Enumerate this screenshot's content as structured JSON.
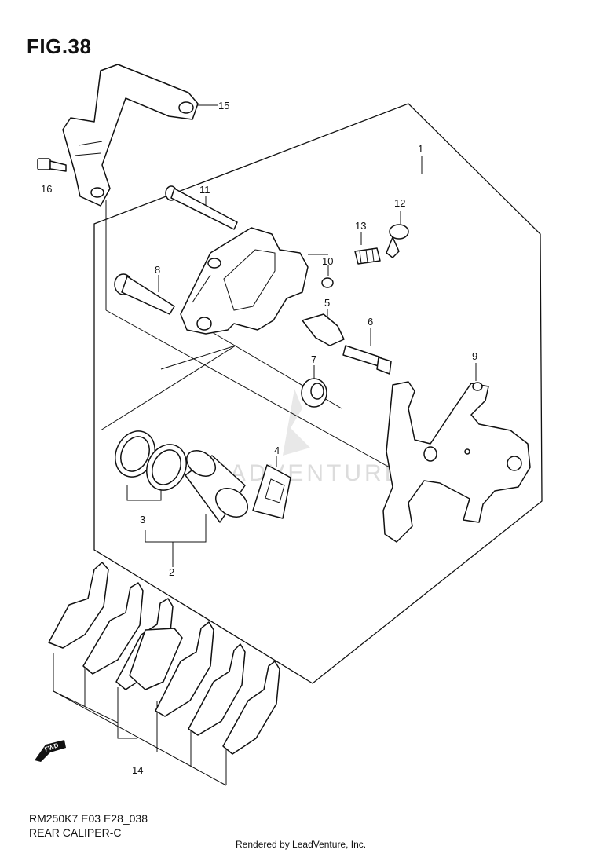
{
  "figure": {
    "title": "FIG.38",
    "code": "RM250K7 E03 E28_038",
    "caption": "REAR CALIPER-C",
    "footer": "Rendered by LeadVenture, Inc.",
    "watermark": "LEADVENTURE",
    "fwd_label": "FWD"
  },
  "callouts": [
    "1",
    "2",
    "3",
    "4",
    "5",
    "6",
    "7",
    "8",
    "9",
    "10",
    "11",
    "12",
    "13",
    "14",
    "15",
    "16"
  ]
}
